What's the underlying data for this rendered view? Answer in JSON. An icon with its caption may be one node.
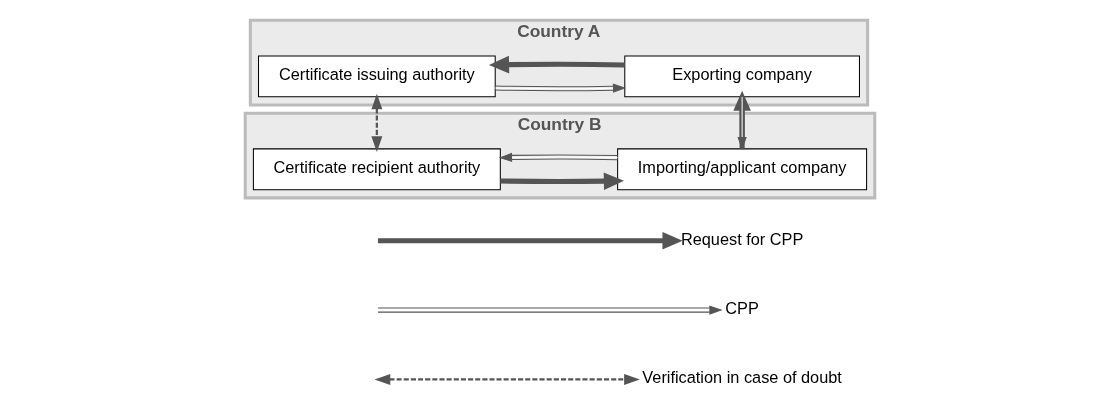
{
  "diagram": {
    "nodes": [
      {
        "text": [
          "Country A"
        ]
      },
      {
        "text": [
          "Certificate issuing authority"
        ],
        "in": 0
      },
      {
        "text": [
          "Exporting company"
        ],
        "in": 0
      },
      {
        "text": [
          "Country B"
        ]
      },
      {
        "text": [
          "Certificate recipient authority"
        ],
        "in": 3
      },
      {
        "text": [
          "Importing/applicant company"
        ],
        "in": 3
      }
    ],
    "edges": [
      {
        "from": 1,
        "to": 2,
        "arrow": "to"
      },
      {
        "from": 2,
        "to": 1,
        "arrow": "to",
        "style": "thick"
      },
      {
        "from": 2,
        "to": 5,
        "arrow": "to"
      },
      {
        "from": 5,
        "to": 2,
        "arrow": "to",
        "style": "thick"
      },
      {
        "from": 5,
        "to": 4,
        "arrow": "to"
      },
      {
        "from": 4,
        "to": 5,
        "arrow": "to",
        "style": "thick"
      },
      {
        "from": 1,
        "to": 4,
        "arrow": "both",
        "style": "dashed"
      }
    ],
    "legend": [
      {
        "text": "Request for CPP"
      },
      {
        "text": "CPP"
      },
      {
        "text": "Verification in case of doubt"
      }
    ]
  }
}
